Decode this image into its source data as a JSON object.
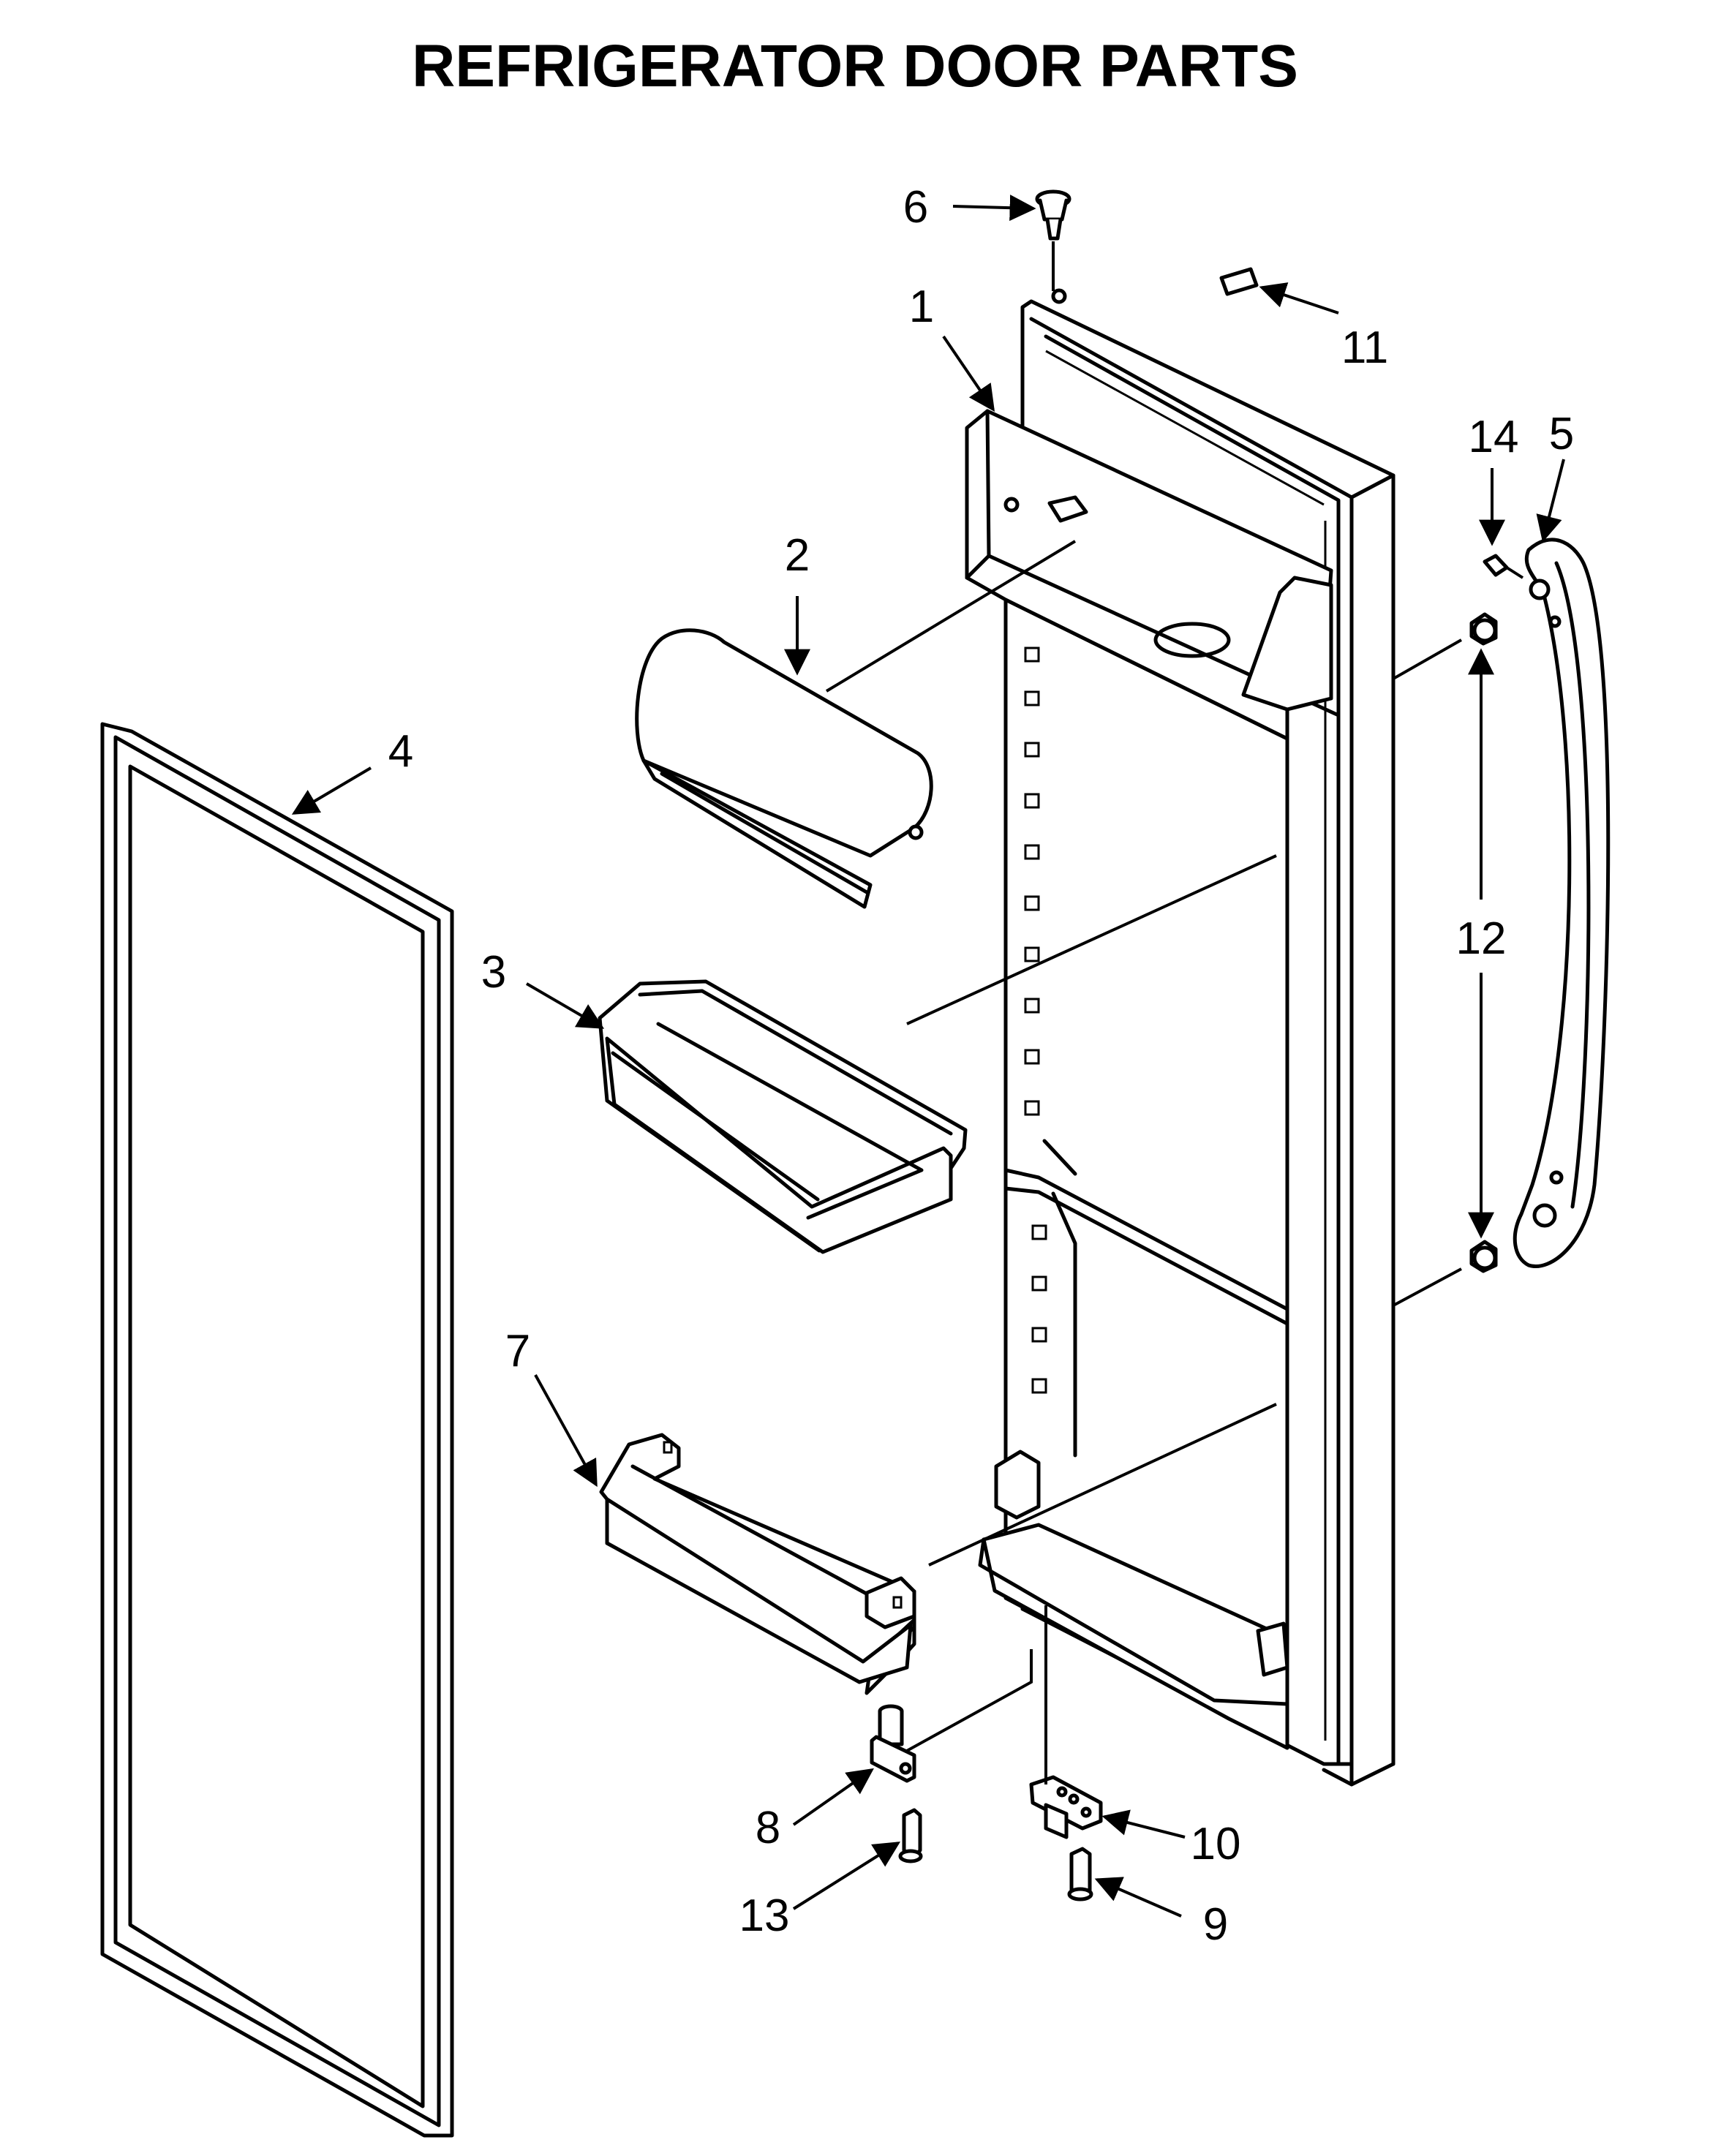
{
  "title": "REFRIGERATOR DOOR PARTS",
  "callouts": [
    {
      "id": "1",
      "label": "1",
      "part": "door-liner"
    },
    {
      "id": "2",
      "label": "2",
      "part": "dairy-door"
    },
    {
      "id": "3",
      "label": "3",
      "part": "door-bin"
    },
    {
      "id": "4",
      "label": "4",
      "part": "door-gasket"
    },
    {
      "id": "5",
      "label": "5",
      "part": "door-handle"
    },
    {
      "id": "6",
      "label": "6",
      "part": "door-plug"
    },
    {
      "id": "7",
      "label": "7",
      "part": "door-shelf-rail"
    },
    {
      "id": "8",
      "label": "8",
      "part": "hinge-pin-bracket"
    },
    {
      "id": "9",
      "label": "9",
      "part": "hinge-screw"
    },
    {
      "id": "10",
      "label": "10",
      "part": "door-stop-bracket"
    },
    {
      "id": "11",
      "label": "11",
      "part": "label"
    },
    {
      "id": "12",
      "label": "12",
      "part": "handle-stud"
    },
    {
      "id": "13",
      "label": "13",
      "part": "bracket-screw"
    },
    {
      "id": "14",
      "label": "14",
      "part": "set-screw"
    }
  ],
  "colors": {
    "ink": "#000000",
    "paper": "#ffffff"
  }
}
